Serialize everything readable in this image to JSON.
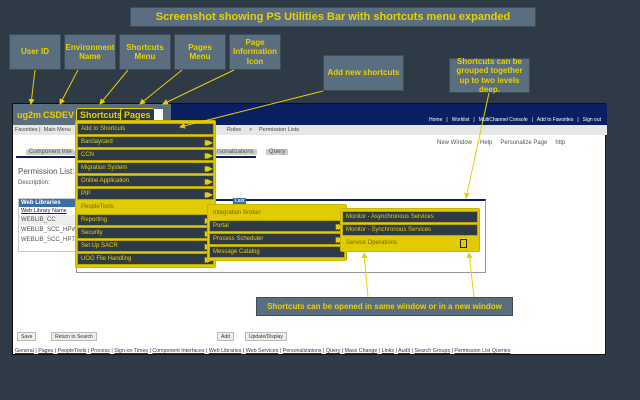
{
  "title": "Screenshot showing PS Utilities Bar with shortcuts menu expanded",
  "callouts": {
    "user_id": "User ID",
    "env": "Environment Name",
    "shortcuts": "Shortcuts Menu",
    "pages": "Pages Menu",
    "page_info": "Page Information Icon",
    "add_new": "Add new shortcuts",
    "grouped": "Shortcuts can be grouped together up to two levels deep.",
    "opened": "Shortcuts can be opened in same window or in a new window"
  },
  "header": {
    "user": "ug2m",
    "env": "CSDEV",
    "shortcuts": "Shortcuts",
    "pages": "Pages",
    "nav": [
      "Home",
      "Worklist",
      "MultiChannel Console",
      "Add to Favorites",
      "Sign out"
    ]
  },
  "crumb": {
    "favorites": "Favorites",
    "main_menu": "Main Menu",
    "roles": "Roles",
    "sep": ">",
    "permission_lists": "Permission Lists"
  },
  "toolbar": {
    "new_window": "New Window",
    "help": "Help",
    "personalize": "Personalize Page",
    "http": "http"
  },
  "tabs": {
    "component": "Component Inte",
    "personalizations": "rsonalizations",
    "query": "Query"
  },
  "page": {
    "title": "Permission List:",
    "description": "Description:"
  },
  "table": {
    "title": "Web Libraries",
    "col": "Web Library Name",
    "rows": [
      "WEBLIB_CC",
      "WEBLIB_SCC_HPW",
      "WEBLIB_SCC_HPT"
    ],
    "last": "Last"
  },
  "menu1": {
    "add": "Add to Shortcuts",
    "items": [
      "Barclaycard",
      "CCN",
      "Migration System",
      "Online Application",
      "PIP"
    ],
    "group": "PeopleTools",
    "items2": [
      "Reporting",
      "Security",
      "Set Up SACR",
      "UOG File Handling"
    ]
  },
  "menu2": {
    "header": "Integration Broker",
    "items": [
      "Portal",
      "Process Scheduler",
      "Message Catalog"
    ]
  },
  "menu3": {
    "items": [
      "Monitor - Asynchronous Services",
      "Monitor - Synchronous Services"
    ],
    "active": "Service Operations"
  },
  "buttons": {
    "save": "Save",
    "return": "Return to Search",
    "add": "Add",
    "update": "Update/Display"
  },
  "footer": [
    "General",
    "Pages",
    "PeopleTools",
    "Process",
    "Sign-on Times",
    "Component Interfaces",
    "Web Libraries",
    "Web Services",
    "Personalizations",
    "Query",
    "Mass Change",
    "Links",
    "Audit",
    "Search Groups",
    "Permission List Queries"
  ]
}
